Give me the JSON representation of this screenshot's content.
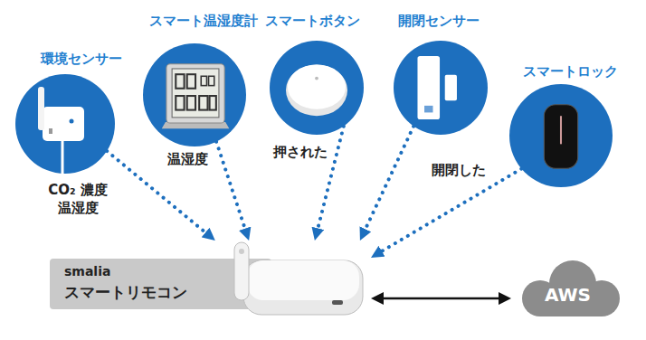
{
  "diagram": {
    "nodes": [
      {
        "text": [
          "環境センサー"
        ]
      },
      {
        "text": [
          "スマート温湿度計"
        ]
      },
      {
        "text": [
          "スマートボタン"
        ]
      },
      {
        "text": [
          "開閉センサー"
        ]
      },
      {
        "text": [
          "スマートロック"
        ]
      },
      {
        "text": [
          "smalia",
          "スマートリモコン"
        ]
      },
      {
        "text": [
          "AWS"
        ]
      }
    ],
    "edges": [
      {
        "from": 0,
        "to": 5,
        "arrow": "to",
        "label": "CO₂ 濃度 温湿度"
      },
      {
        "from": 1,
        "to": 5,
        "arrow": "to",
        "label": "温湿度"
      },
      {
        "from": 2,
        "to": 5,
        "arrow": "to",
        "label": "押された"
      },
      {
        "from": 3,
        "to": 5,
        "arrow": "to",
        "label": "開閉した"
      },
      {
        "from": 4,
        "to": 5,
        "arrow": "to"
      },
      {
        "from": 5,
        "to": 6,
        "arrow": "both"
      }
    ]
  }
}
